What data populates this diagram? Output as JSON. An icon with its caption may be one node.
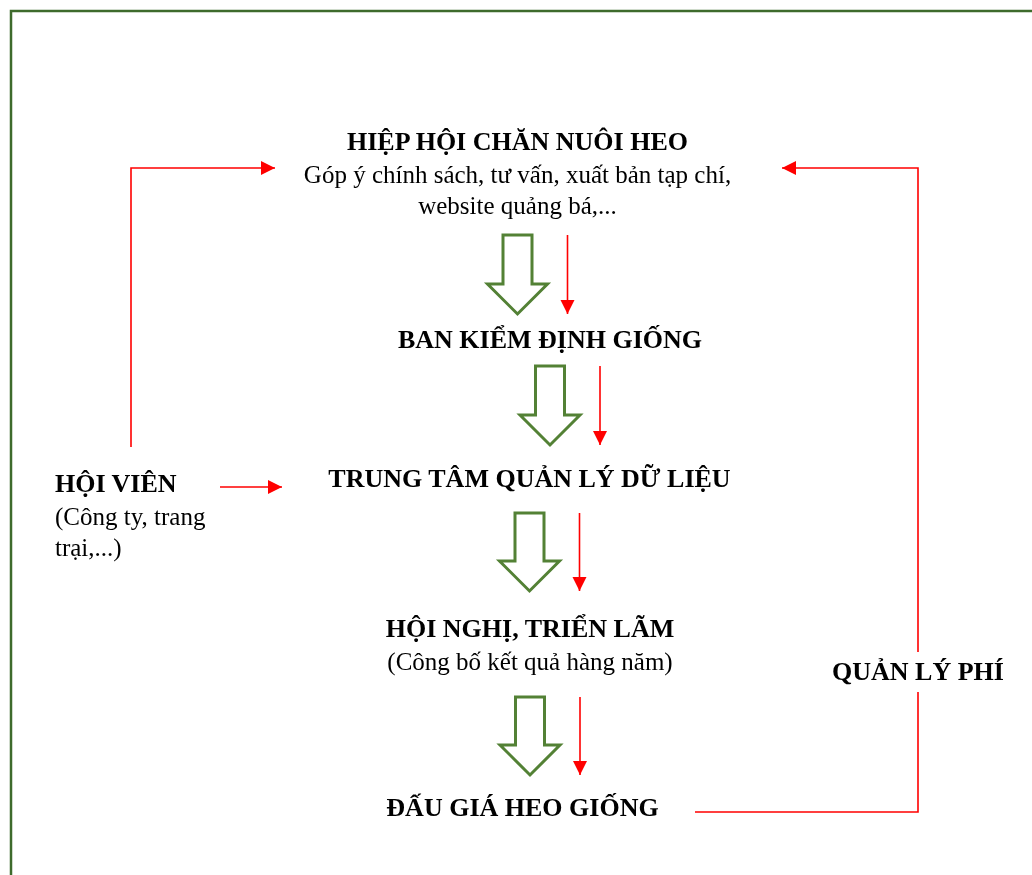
{
  "diagram": {
    "nodes": [
      {
        "text": [
          "HIỆP HỘI CHĂN NUÔI HEO",
          "Góp ý chính sách, tư vấn, xuất bản tạp chí, website quảng bá,..."
        ]
      },
      {
        "text": [
          "BAN KIỂM ĐỊNH GIỐNG"
        ]
      },
      {
        "text": [
          "TRUNG TÂM QUẢN LÝ DỮ LIỆU"
        ]
      },
      {
        "text": [
          "HỘI NGHỊ, TRIỂN LÃM",
          "(Công bố kết quả hàng năm)"
        ]
      },
      {
        "text": [
          "ĐẤU GIÁ HEO GIỐNG"
        ]
      },
      {
        "text": [
          "HỘI VIÊN",
          "(Công ty, trang trại,...)"
        ]
      }
    ],
    "edges": [
      {
        "from": 0,
        "to": 1,
        "arrow": "to",
        "style": "thick",
        "color": "#538135"
      },
      {
        "from": 0,
        "to": 1,
        "arrow": "to"
      },
      {
        "from": 1,
        "to": 2,
        "arrow": "to",
        "style": "thick",
        "color": "#538135"
      },
      {
        "from": 1,
        "to": 2,
        "arrow": "to"
      },
      {
        "from": 2,
        "to": 3,
        "arrow": "to",
        "style": "thick",
        "color": "#538135"
      },
      {
        "from": 2,
        "to": 3,
        "arrow": "to"
      },
      {
        "from": 3,
        "to": 4,
        "arrow": "to",
        "style": "thick",
        "color": "#538135"
      },
      {
        "from": 3,
        "to": 4,
        "arrow": "to"
      },
      {
        "from": 5,
        "to": 2,
        "arrow": "to"
      },
      {
        "from": 5,
        "to": 0,
        "arrow": "to"
      },
      {
        "from": 4,
        "to": 0,
        "arrow": "to",
        "label": "QUẢN LÝ PHÍ"
      }
    ]
  }
}
